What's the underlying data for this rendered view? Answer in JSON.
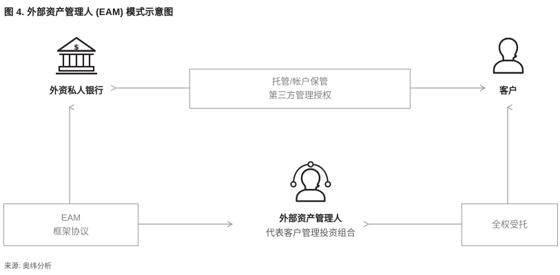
{
  "figure": {
    "title": "图 4. 外部资产管理人 (EAM) 模式示意图",
    "source": "来源: 奥纬分析"
  },
  "colors": {
    "ink": "#231f20",
    "muted": "#808285",
    "line": "#9a9a9a",
    "background": "#ffffff"
  },
  "nodes": {
    "bank": {
      "icon": "bank-building-icon",
      "label": "外资私人银行"
    },
    "client": {
      "icon": "person-icon",
      "label": "客户"
    },
    "eam_manager": {
      "icon": "person-network-icon",
      "label_primary": "外部资产管理人",
      "label_secondary": "代表客户管理投资组合"
    }
  },
  "boxes": {
    "custody": {
      "line1": "托管/帐户保管",
      "line2": "第三方管理授权"
    },
    "eam_agreement": {
      "line1": "EAM",
      "line2": "框架协议"
    },
    "mandate": {
      "line1": "全权受托"
    }
  },
  "connectors": [
    {
      "name": "custody-to-bank",
      "direction": "left",
      "from": "custody-box",
      "to": "bank-node"
    },
    {
      "name": "custody-to-client",
      "direction": "right",
      "from": "custody-box",
      "to": "client-node"
    },
    {
      "name": "eam-agreement-to-manager",
      "direction": "right",
      "from": "eam-agreement-box",
      "to": "eam-manager-node"
    },
    {
      "name": "mandate-to-manager",
      "direction": "left",
      "from": "mandate-box",
      "to": "eam-manager-node"
    },
    {
      "name": "eam-agreement-to-bank",
      "direction": "up",
      "from": "eam-agreement-box",
      "to": "bank-node"
    },
    {
      "name": "mandate-to-client",
      "direction": "up",
      "from": "mandate-box",
      "to": "client-node"
    }
  ]
}
